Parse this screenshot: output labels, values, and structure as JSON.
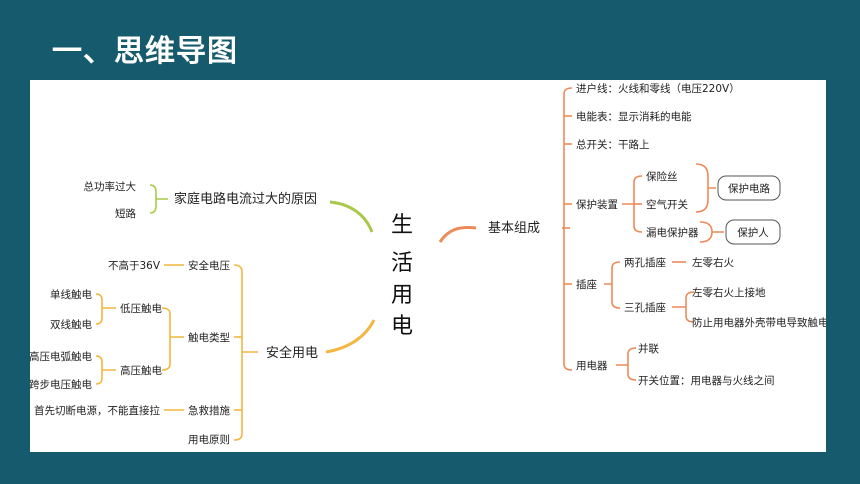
{
  "title": "一、思维导图",
  "center": [
    "生",
    "活",
    "用",
    "电"
  ],
  "left": {
    "branch1": {
      "label": "家庭电路电流过大的原因",
      "children": [
        "总功率过大",
        "短路"
      ]
    },
    "branch2": {
      "label": "安全用电",
      "children": {
        "safe_voltage": {
          "label": "安全电压",
          "note": "不高于36V"
        },
        "shock_types": {
          "label": "触电类型",
          "low": {
            "label": "低压触电",
            "items": [
              "单线触电",
              "双线触电"
            ]
          },
          "high": {
            "label": "高压触电",
            "items": [
              "高压电弧触电",
              "跨步电压触电"
            ]
          }
        },
        "first_aid": {
          "label": "急救措施",
          "note": "首先切断电源，不能直接拉"
        },
        "principles": {
          "label": "用电原则"
        }
      }
    }
  },
  "right": {
    "label": "基本组成",
    "children": {
      "incoming": "进户线：火线和零线（电压220V）",
      "meter": "电能表：显示消耗的电能",
      "main_switch": "总开关：干路上",
      "protection": {
        "label": "保护装置",
        "items": [
          "保险丝",
          "空气开关",
          "漏电保护器"
        ],
        "circuit_box": "保护电路",
        "person_box": "保护人"
      },
      "socket": {
        "label": "插座",
        "two_hole": {
          "label": "两孔插座",
          "rule": "左零右火"
        },
        "three_hole": {
          "label": "三孔插座",
          "rules": [
            "左零右火上接地",
            "防止用电器外壳带电导致触电"
          ]
        }
      },
      "appliance": {
        "label": "用电器",
        "items": [
          "并联",
          "开关位置：用电器与火线之间"
        ]
      }
    }
  },
  "colors": {
    "background": "#165a6e",
    "branch_left_top": "#a8c84a",
    "branch_left_bottom": "#f4b63f",
    "branch_right": "#ee8a5a"
  }
}
